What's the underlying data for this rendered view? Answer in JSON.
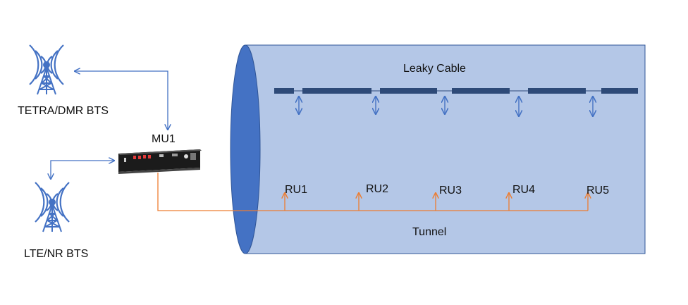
{
  "labels": {
    "tetra_bts": "TETRA/DMR BTS",
    "lte_bts": "LTE/NR BTS",
    "mu": "MU1",
    "leaky_cable": "Leaky Cable",
    "tunnel": "Tunnel",
    "remote_units": [
      "RU1",
      "RU2",
      "RU3",
      "RU4",
      "RU5"
    ]
  },
  "colors": {
    "tunnel_fill": "#b4c7e7",
    "tunnel_edge": "#2f5597",
    "tunnel_end": "#4472c4",
    "cable": "#2e4a78",
    "arrow_blue": "#4472c4",
    "fiber_orange": "#ed7d31",
    "antenna": "#4472c4",
    "ru_body": "#d9dcdb"
  }
}
